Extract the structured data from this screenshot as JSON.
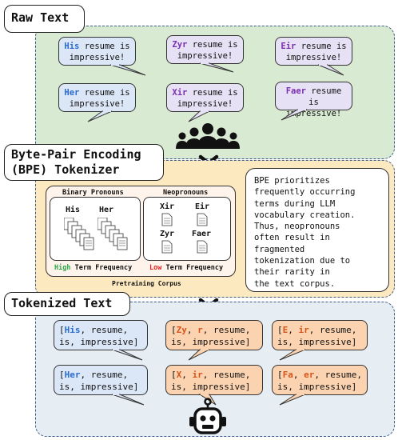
{
  "raw_text": {
    "title": "Raw Text",
    "bubbles": [
      {
        "pronoun": "His",
        "rest_line1": " resume is",
        "line2": "impressive!"
      },
      {
        "pronoun": "Zyr",
        "rest_line1": " resume is",
        "line2": "impressive!"
      },
      {
        "pronoun": "Eir",
        "rest_line1": " resume is",
        "line2": "impressive!"
      },
      {
        "pronoun": "Her",
        "rest_line1": " resume is",
        "line2": "impressive!"
      },
      {
        "pronoun": "Xir",
        "rest_line1": " resume is",
        "line2": "impressive!"
      },
      {
        "pronoun": "Faer",
        "rest_line1": " resume is",
        "line2": "impressive!"
      }
    ]
  },
  "bpe": {
    "title_line1": "Byte-Pair Encoding",
    "title_line2": "(BPE) Tokenizer",
    "binary": {
      "title": "Binary Pronouns",
      "words": [
        "His",
        "Her"
      ],
      "freq_level": "High",
      "freq_rest": " Term Frequency"
    },
    "neo": {
      "title": "Neopronouns",
      "words": [
        "Xir",
        "Eir",
        "Zyr",
        "Faer"
      ],
      "freq_level": "Low",
      "freq_rest": " Term Frequency"
    },
    "corpus_label": "Pretraining Corpus",
    "explanation": [
      "BPE prioritizes",
      "frequently occurring",
      "terms during LLM",
      "vocabulary creation.",
      "Thus, neopronouns",
      "often result in",
      "fragmented",
      "tokenization due to",
      "their rarity in",
      "the text corpus."
    ]
  },
  "tokenized": {
    "title": "Tokenized Text",
    "bubbles": [
      {
        "tokens": [
          "His"
        ],
        "rest_line1": ", resume,",
        "line2": "is, impressive]"
      },
      {
        "tokens": [
          "Zy",
          "r"
        ],
        "rest_line1": ", resume,",
        "line2": "is, impressive]"
      },
      {
        "tokens": [
          "E",
          "ir"
        ],
        "rest_line1": ", resume,",
        "line2": "is, impressive]"
      },
      {
        "tokens": [
          "Her"
        ],
        "rest_line1": ", resume,",
        "line2": "is, impressive]"
      },
      {
        "tokens": [
          "X",
          "ir"
        ],
        "rest_line1": ", resume,",
        "line2": "is, impressive]"
      },
      {
        "tokens": [
          "Fa",
          "er"
        ],
        "rest_line1": ", resume,",
        "line2": "is, impressive]"
      }
    ]
  },
  "icons": [
    "people-group-icon",
    "chevron-down-icon",
    "robot-icon",
    "document-stack-icon"
  ],
  "colors": {
    "raw_bg": "#d9ead3",
    "bpe_bg": "#fde9bf",
    "tok_bg": "#e6eef3",
    "blue_bubble": "#dbe6f7",
    "lavender_bubble": "#e7e1f5",
    "peach_bubble": "#fbd3b0",
    "pronoun_blue": "#2a6ccf",
    "pronoun_purple": "#7a2fb0",
    "token_orange": "#d4551c",
    "high_green": "#2aa84a",
    "low_red": "#e02020"
  }
}
